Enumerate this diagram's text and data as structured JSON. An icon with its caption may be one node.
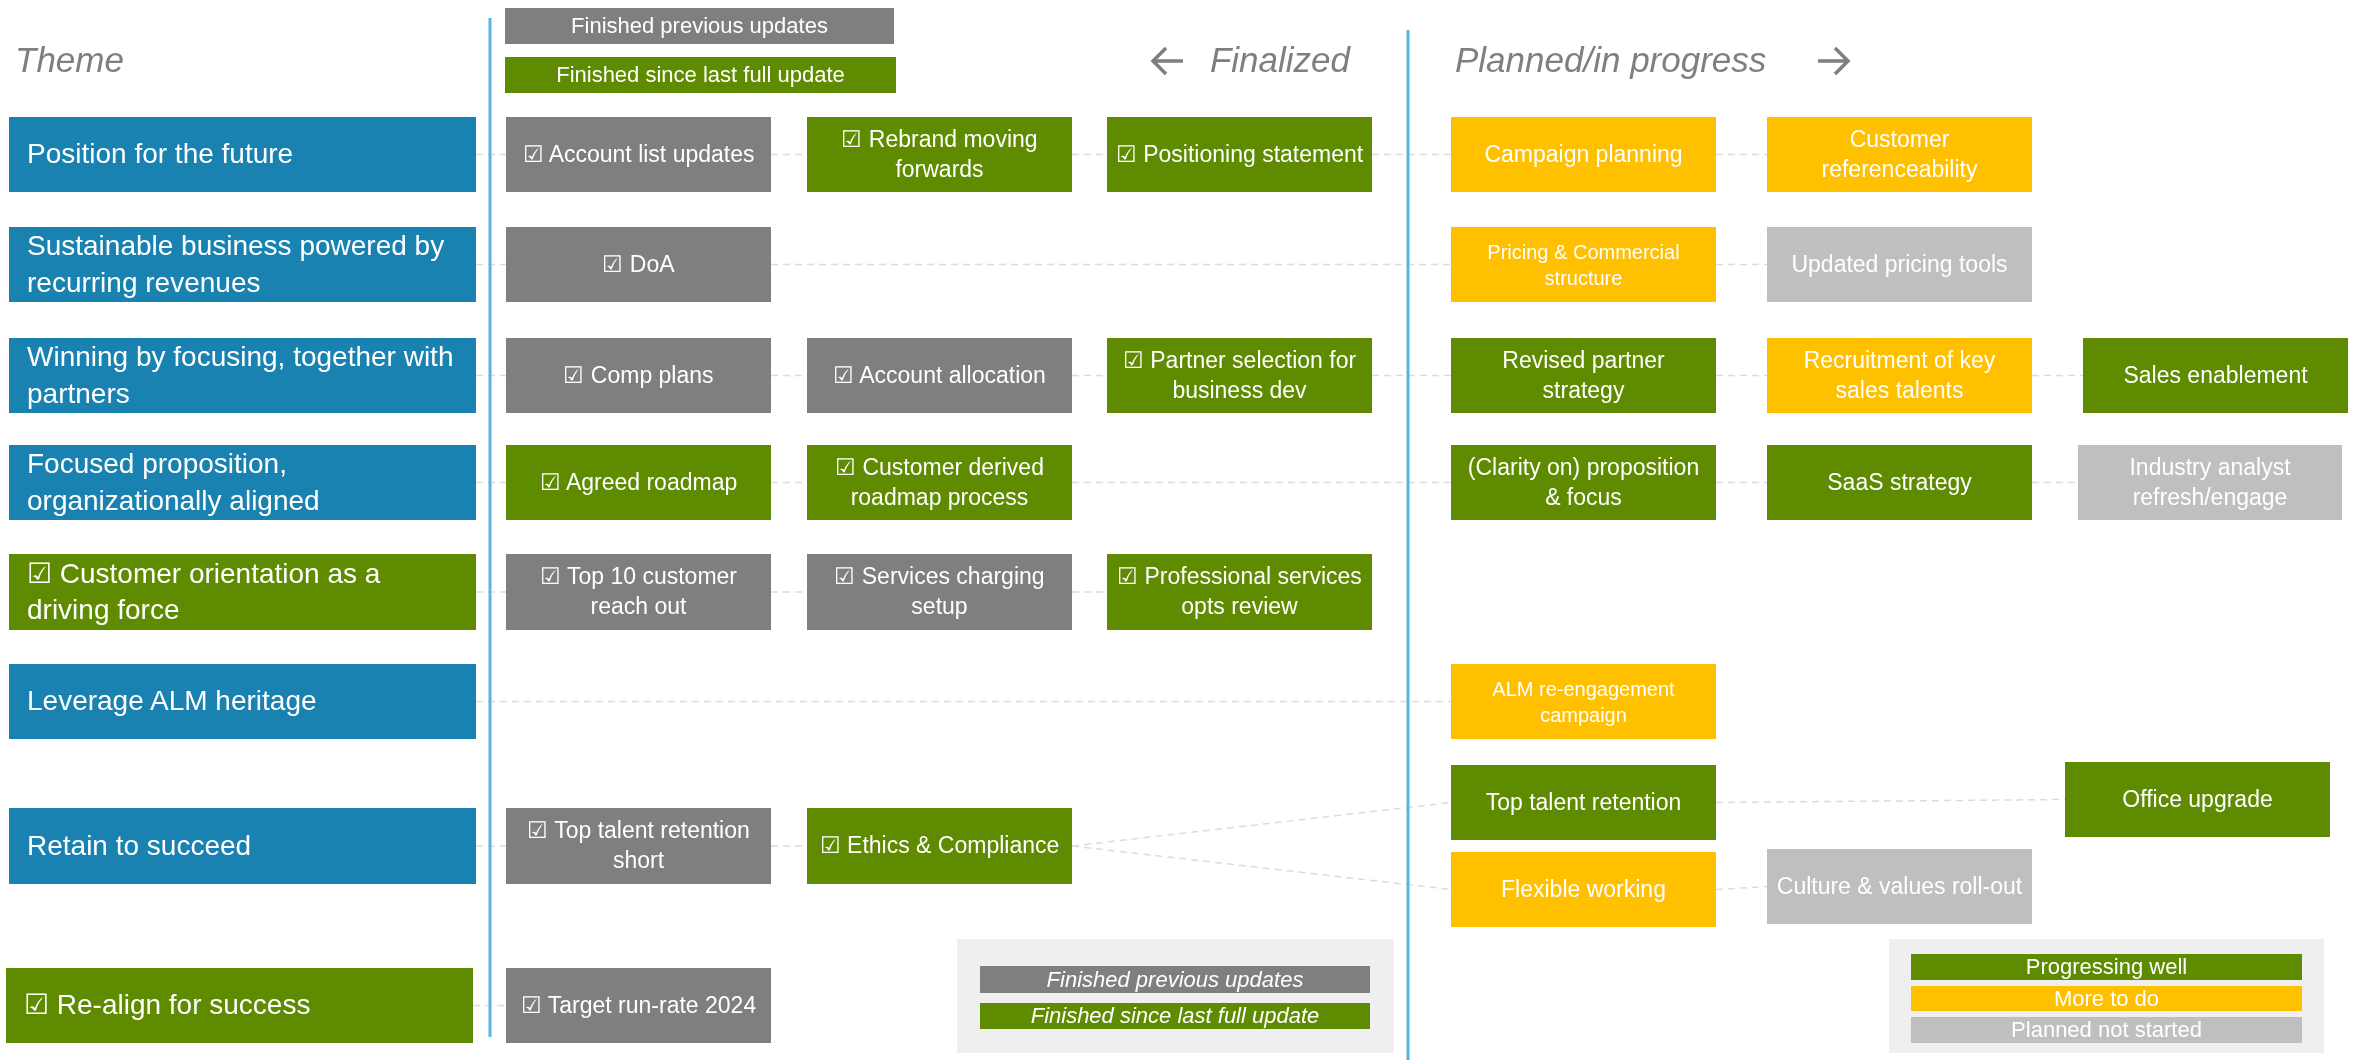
{
  "diagram": {
    "nodes": [
      {
        "text": [
          "Position for the future"
        ]
      },
      {
        "text": [
          "☑ Account list updates"
        ]
      },
      {
        "text": [
          "☑ Rebrand moving forwards"
        ]
      },
      {
        "text": [
          "☑ Positioning statement"
        ]
      },
      {
        "text": [
          "Campaign planning"
        ]
      },
      {
        "text": [
          "Customer referenceability"
        ]
      },
      {
        "text": [
          "Sustainable business powered by recurring revenues"
        ]
      },
      {
        "text": [
          "☑ DoA"
        ]
      },
      {
        "text": [
          "Pricing & Commercial structure"
        ]
      },
      {
        "text": [
          "Updated pricing tools"
        ]
      },
      {
        "text": [
          "Winning by focusing, together with partners"
        ]
      },
      {
        "text": [
          "☑ Comp plans"
        ]
      },
      {
        "text": [
          "☑ Account allocation"
        ]
      },
      {
        "text": [
          "☑ Partner selection for business dev"
        ]
      },
      {
        "text": [
          "Revised partner strategy"
        ]
      },
      {
        "text": [
          "Recruitment of key sales talents"
        ]
      },
      {
        "text": [
          "Sales enablement"
        ]
      },
      {
        "text": [
          "Focused proposition, organizationally aligned"
        ]
      },
      {
        "text": [
          "☑ Agreed roadmap"
        ]
      },
      {
        "text": [
          "☑ Customer derived roadmap process"
        ]
      },
      {
        "text": [
          "(Clarity on) proposition & focus"
        ]
      },
      {
        "text": [
          "SaaS strategy"
        ]
      },
      {
        "text": [
          "Industry analyst refresh/engage"
        ]
      },
      {
        "text": [
          "☑ Customer orientation as a driving force"
        ]
      },
      {
        "text": [
          "☑ Top 10 customer reach out"
        ]
      },
      {
        "text": [
          "☑ Services charging setup"
        ]
      },
      {
        "text": [
          "☑ Professional services opts review"
        ]
      },
      {
        "text": [
          "Leverage ALM heritage"
        ]
      },
      {
        "text": [
          "ALM re-engagement campaign"
        ]
      },
      {
        "text": [
          "Retain to succeed"
        ]
      },
      {
        "text": [
          "☑ Top talent retention short"
        ]
      },
      {
        "text": [
          "☑ Ethics & Compliance"
        ]
      },
      {
        "text": [
          "Top talent retention"
        ]
      },
      {
        "text": [
          "Office upgrade"
        ]
      },
      {
        "text": [
          "Flexible working"
        ]
      },
      {
        "text": [
          "Culture & values roll-out"
        ]
      },
      {
        "text": [
          "☑ Re-align for success"
        ]
      },
      {
        "text": [
          "☑ Target run-rate 2024"
        ]
      }
    ],
    "edges": [
      {
        "from": 0,
        "to": 1,
        "arrow": "none",
        "style": "dashed"
      },
      {
        "from": 1,
        "to": 2,
        "arrow": "none",
        "style": "dashed"
      },
      {
        "from": 2,
        "to": 3,
        "arrow": "none",
        "style": "dashed"
      },
      {
        "from": 3,
        "to": 4,
        "arrow": "none",
        "style": "dashed"
      },
      {
        "from": 4,
        "to": 5,
        "arrow": "none",
        "style": "dashed"
      },
      {
        "from": 6,
        "to": 7,
        "arrow": "none",
        "style": "dashed"
      },
      {
        "from": 7,
        "to": 8,
        "arrow": "none",
        "style": "dashed"
      },
      {
        "from": 8,
        "to": 9,
        "arrow": "none",
        "style": "dashed"
      },
      {
        "from": 10,
        "to": 11,
        "arrow": "none",
        "style": "dashed"
      },
      {
        "from": 11,
        "to": 12,
        "arrow": "none",
        "style": "dashed"
      },
      {
        "from": 12,
        "to": 13,
        "arrow": "none",
        "style": "dashed"
      },
      {
        "from": 13,
        "to": 14,
        "arrow": "none",
        "style": "dashed"
      },
      {
        "from": 14,
        "to": 15,
        "arrow": "none",
        "style": "dashed"
      },
      {
        "from": 15,
        "to": 16,
        "arrow": "none",
        "style": "dashed"
      },
      {
        "from": 17,
        "to": 18,
        "arrow": "none",
        "style": "dashed"
      },
      {
        "from": 18,
        "to": 19,
        "arrow": "none",
        "style": "dashed"
      },
      {
        "from": 19,
        "to": 20,
        "arrow": "none",
        "style": "dashed"
      },
      {
        "from": 20,
        "to": 21,
        "arrow": "none",
        "style": "dashed"
      },
      {
        "from": 21,
        "to": 22,
        "arrow": "none",
        "style": "dashed"
      },
      {
        "from": 23,
        "to": 24,
        "arrow": "none",
        "style": "dashed"
      },
      {
        "from": 24,
        "to": 25,
        "arrow": "none",
        "style": "dashed"
      },
      {
        "from": 25,
        "to": 26,
        "arrow": "none",
        "style": "dashed"
      },
      {
        "from": 27,
        "to": 28,
        "arrow": "none",
        "style": "dashed"
      },
      {
        "from": 29,
        "to": 30,
        "arrow": "none",
        "style": "dashed"
      },
      {
        "from": 30,
        "to": 31,
        "arrow": "none",
        "style": "dashed"
      },
      {
        "from": 31,
        "to": 32,
        "arrow": "none",
        "style": "dashed"
      },
      {
        "from": 32,
        "to": 33,
        "arrow": "none",
        "style": "dashed"
      },
      {
        "from": 31,
        "to": 34,
        "arrow": "none",
        "style": "dashed"
      },
      {
        "from": 34,
        "to": 35,
        "arrow": "none",
        "style": "dashed"
      },
      {
        "from": 36,
        "to": 37,
        "arrow": "none",
        "style": "dashed"
      }
    ],
    "labels": [
      "Theme",
      "Finalized",
      "Planned/in progress"
    ],
    "legend": [
      {
        "text": "Finished previous updates",
        "color": "#7f7f7f"
      },
      {
        "text": "Finished since last full update",
        "color": "#5f8b00"
      },
      {
        "text": "Finished previous updates",
        "color": "#7f7f7f"
      },
      {
        "text": "Finished since last full update",
        "color": "#5f8b00"
      },
      {
        "text": "Progressing well",
        "color": "#5f8b00"
      },
      {
        "text": "More to do",
        "color": "#ffc000"
      },
      {
        "text": "Planned not started",
        "color": "#bfbfbf"
      }
    ]
  }
}
